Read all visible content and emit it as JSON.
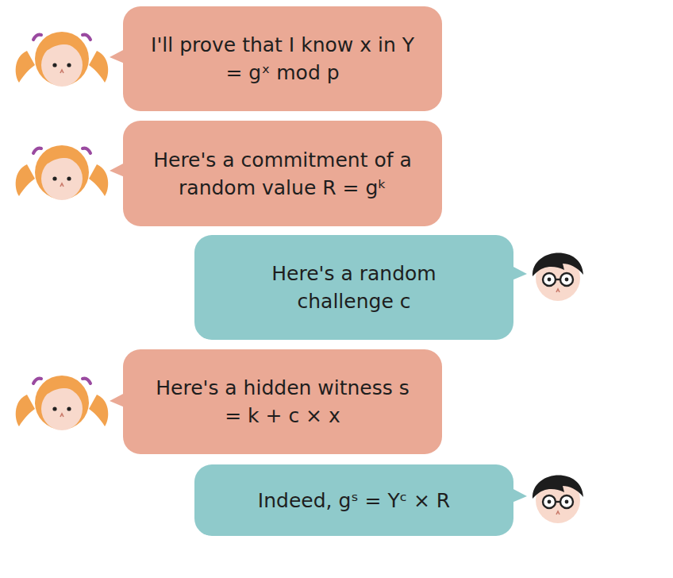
{
  "diagram": {
    "nodes": [
      {
        "text": [
          "I'll prove that I know x in Y = gˣ mod p"
        ]
      },
      {
        "text": [
          "Here's a commitment of a random value R = gᵏ"
        ]
      },
      {
        "text": [
          "Here's a random challenge c"
        ]
      },
      {
        "text": [
          "Here's a hidden witness s = k + c × x"
        ]
      },
      {
        "text": [
          "Indeed, gˢ = Yᶜ × R"
        ]
      }
    ]
  }
}
